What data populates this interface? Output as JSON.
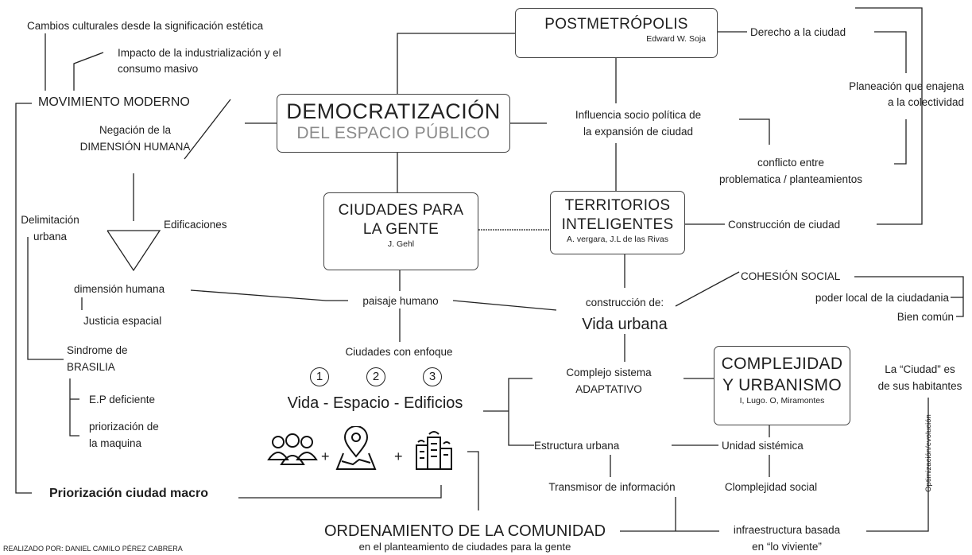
{
  "center": {
    "title_line1": "DEMOCRATIZACIÓN",
    "title_line2": "DEL ESPACIO PÚBLICO"
  },
  "postmetropolis": {
    "title": "POSTMETRÓPOLIS",
    "author": "Edward W. Soja"
  },
  "ciudades": {
    "line1": "CIUDADES PARA",
    "line2": "LA GENTE",
    "author": "J. Gehl"
  },
  "territorios": {
    "line1": "TERRITORIOS",
    "line2": "INTELIGENTES",
    "author": "A. vergara, J.L de las Rivas"
  },
  "complejidad": {
    "line1": "COMPLEJIDAD",
    "line2": "Y URBANISMO",
    "author": "I, Lugo. O, Miramontes"
  },
  "left": {
    "cambios": "Cambios culturales desde la significación estética",
    "impacto_1": "Impacto de la industrialización y el",
    "impacto_2": "consumo masivo",
    "movimiento": "MOVIMIENTO MODERNO",
    "negacion_1": "Negación de la",
    "negacion_2": "DIMENSIÓN HUMANA",
    "delimitacion_1": "Delimitación",
    "delimitacion_2": "urbana",
    "edificaciones": "Edificaciones",
    "dimension_humana": "dimensión humana",
    "justicia": "Justicia espacial",
    "sindrome_1": "Sindrome de",
    "sindrome_2": "BRASILIA",
    "ep_deficiente": "E.P deficiente",
    "priorizacion_1": "priorización de",
    "priorizacion_2": "la maquina",
    "priorizacion_macro": "Priorización ciudad macro",
    "credit": "REALIZADO POR: DANIEL CAMILO PÉREZ CABRERA"
  },
  "middle": {
    "paisaje": "paisaje humano",
    "enfoque": "Ciudades con enfoque",
    "num1": "1",
    "num2": "2",
    "num3": "3",
    "vida_espacio": "Vida - Espacio - Edificios",
    "plus": "+",
    "icons": [
      "people-group-icon",
      "map-pin-icon",
      "buildings-icon"
    ],
    "ordenamiento": "ORDENAMIENTO DE LA COMUNIDAD",
    "ordenamiento_sub": "en el planteamiento de ciudades para la gente"
  },
  "right": {
    "derecho": "Derecho a la ciudad",
    "planeacion_1": "Planeación que enajena",
    "planeacion_2": "a la colectividad",
    "influencia_1": "Influencia socio política de",
    "influencia_2": "la expansión de ciudad",
    "conflicto_1": "conflicto entre",
    "conflicto_2": "problematica /  planteamientos",
    "construccion_ciudad": "Construcción de ciudad",
    "cohesion": "COHESIÓN SOCIAL",
    "poder_local": "poder local de la ciudadania",
    "bien_comun": "Bien común",
    "construccion_de": "construcción de:",
    "vida_urbana": "Vida urbana",
    "complejo_1": "Complejo sistema",
    "complejo_2": "ADAPTATIVO",
    "ciudad_hab_1": "La “Ciudad” es",
    "ciudad_hab_2": "de sus habitantes",
    "optimizacion": "Optimización/evolución",
    "estructura": "Estructura urbana",
    "unidad": "Unidad sistémica",
    "transmisor": "Transmisor de información",
    "complejidad_social": "Clomplejidad social",
    "infra_1": "infraestructura basada",
    "infra_2": "en “lo viviente”"
  }
}
